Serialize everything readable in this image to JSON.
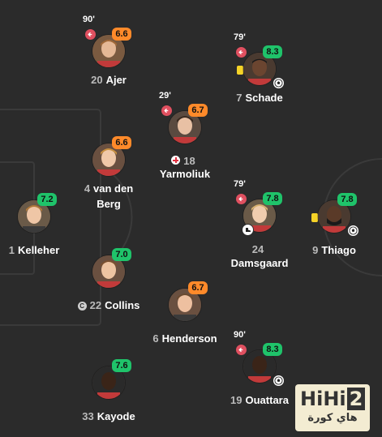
{
  "colors": {
    "background": "#2b2b2b",
    "pitch_lines": "#3a3a3a",
    "rating_green": "#1fc36a",
    "rating_orange": "#ff8a2a",
    "yellow_card": "#f5d327",
    "sub_out": "#e05060"
  },
  "players": [
    {
      "id": "ajer",
      "number": "20",
      "name": "Ajer",
      "rating": "6.6",
      "rating_color": "orange",
      "sub_time": "90'",
      "sub_out": true
    },
    {
      "id": "schade",
      "number": "7",
      "name": "Schade",
      "rating": "8.3",
      "rating_color": "green",
      "sub_time": "79'",
      "sub_out": true,
      "yellow_card": true,
      "goal": true
    },
    {
      "id": "yarmoliuk",
      "number": "18",
      "name": "Yarmoliuk",
      "rating": "6.7",
      "rating_color": "orange",
      "sub_time": "29'",
      "sub_out": true,
      "injury": true
    },
    {
      "id": "vandenberg",
      "number": "4",
      "name": "van den",
      "name_line2": "Berg",
      "rating": "6.6",
      "rating_color": "orange"
    },
    {
      "id": "kelleher",
      "number": "1",
      "name": "Kelleher",
      "rating": "7.2",
      "rating_color": "green"
    },
    {
      "id": "damsgaard",
      "number": "24",
      "name_line2": "Damsgaard",
      "rating": "7.8",
      "rating_color": "green",
      "sub_time": "79'",
      "sub_out": true,
      "assist": true
    },
    {
      "id": "thiago",
      "number": "9",
      "name": "Thiago",
      "rating": "7.8",
      "rating_color": "green",
      "yellow_card": true,
      "goal": true
    },
    {
      "id": "collins",
      "number": "22",
      "name": "Collins",
      "rating": "7.0",
      "rating_color": "green",
      "captain": true,
      "captain_mark": "C"
    },
    {
      "id": "henderson",
      "number": "6",
      "name": "Henderson",
      "rating": "6.7",
      "rating_color": "orange"
    },
    {
      "id": "ouattara",
      "number": "19",
      "name": "Ouattara",
      "rating": "8.3",
      "rating_color": "green",
      "sub_time": "90'",
      "sub_out": true,
      "goal": true
    },
    {
      "id": "kayode",
      "number": "33",
      "name": "Kayode",
      "rating": "7.6",
      "rating_color": "green"
    }
  ],
  "watermark": {
    "brand": "HiHi",
    "brand_digit": "2",
    "arabic": "هاي كورة"
  },
  "icons": {
    "sub_out": "arrow-left-icon",
    "goal": "football-icon",
    "assist": "boot-icon",
    "card": "yellow-card-icon",
    "injury": "injury-cross-icon",
    "captain": "captain-badge-icon"
  }
}
